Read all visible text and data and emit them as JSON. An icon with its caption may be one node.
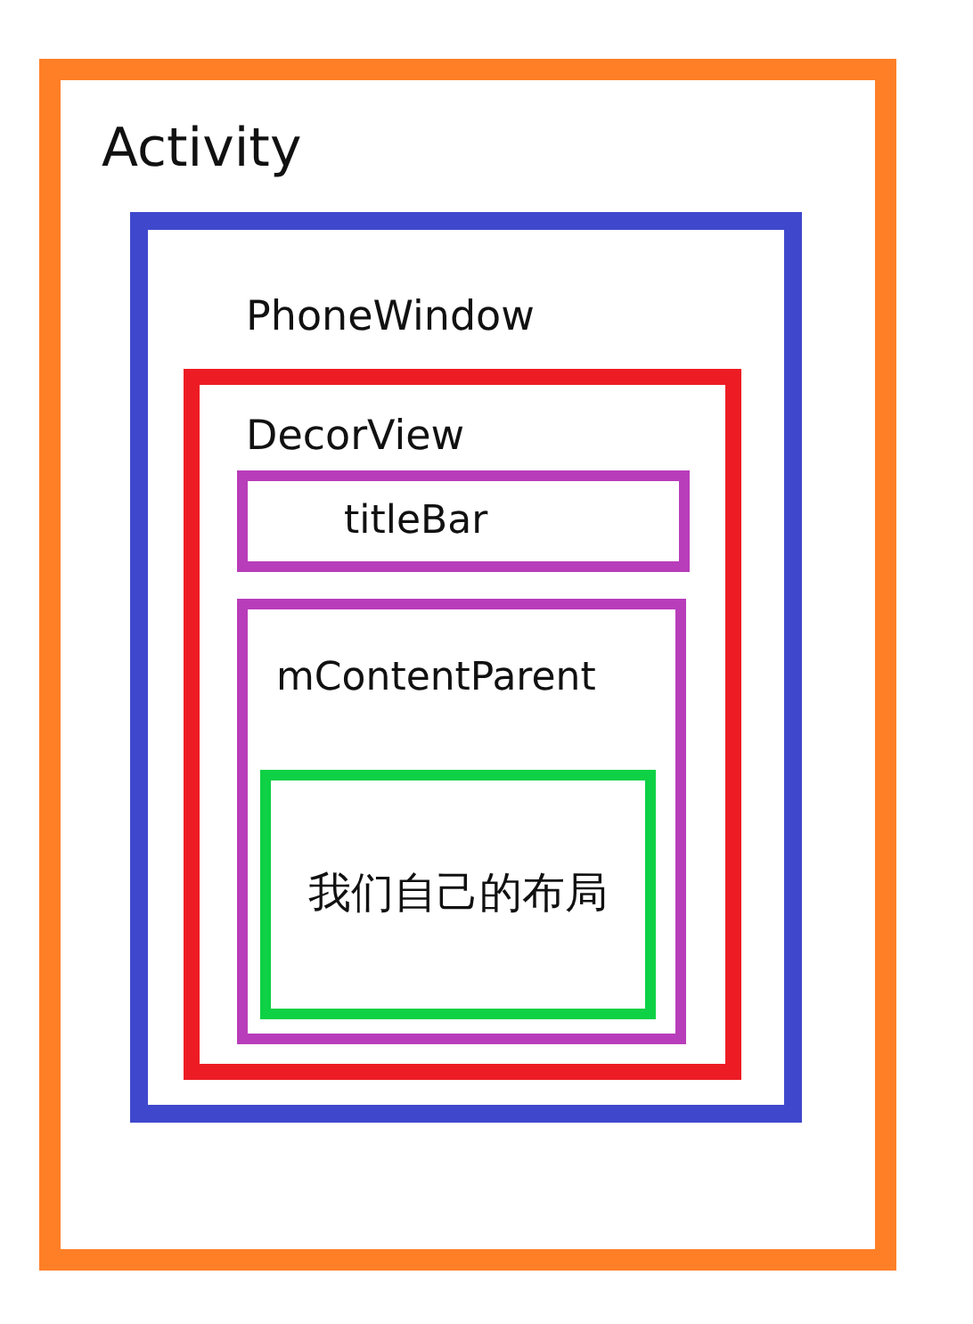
{
  "diagram": {
    "nodes": [
      {
        "text": [
          "Activity"
        ]
      },
      {
        "text": [
          "PhoneWindow"
        ],
        "in": 0
      },
      {
        "text": [
          "DecorView"
        ],
        "in": 1
      },
      {
        "text": [
          "titleBar"
        ],
        "in": 2
      },
      {
        "text": [
          "mContentParent"
        ],
        "in": 2
      },
      {
        "text": [
          "我们自己的布局"
        ],
        "in": 4
      }
    ]
  }
}
